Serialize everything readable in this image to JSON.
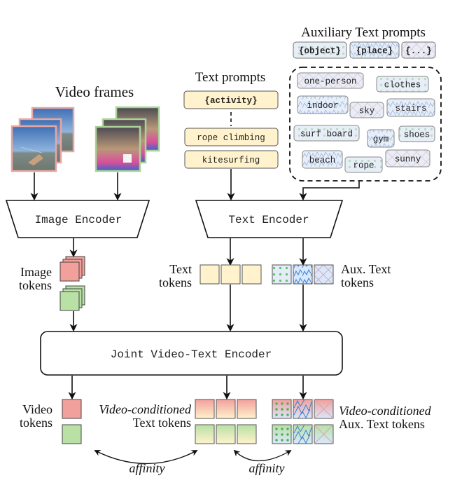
{
  "colors": {
    "video_red": "#f2a09c",
    "video_red_border": "#e8a6a2",
    "video_green": "#b9e0a5",
    "video_green_border": "#a9d39a",
    "text_token": "#fff2cc",
    "aux_token_bg": "#dae8fc",
    "dots": "#5fbf6a",
    "zigzag": "#3d7fcf",
    "cross": "#d9a3b0",
    "stroke": "#222222"
  },
  "headings": {
    "video_frames": "Video frames",
    "text_prompts": "Text prompts",
    "aux_prompts": "Auxiliary Text prompts"
  },
  "aux_templates": [
    "{object}",
    "{place}",
    "{...}"
  ],
  "text_prompts": {
    "template": "{activity}",
    "examples": [
      "rope climbing",
      "kitesurfing"
    ]
  },
  "aux_words": [
    {
      "label": "one-person",
      "pattern": "cross"
    },
    {
      "label": "clothes",
      "pattern": "dots"
    },
    {
      "label": "indoor",
      "pattern": "zigzag"
    },
    {
      "label": "sky",
      "pattern": "cross"
    },
    {
      "label": "stairs",
      "pattern": "zigzag"
    },
    {
      "label": "surf board",
      "pattern": "dots"
    },
    {
      "label": "gym",
      "pattern": "zigzag"
    },
    {
      "label": "shoes",
      "pattern": "dots"
    },
    {
      "label": "beach",
      "pattern": "zigzag"
    },
    {
      "label": "rope",
      "pattern": "dots"
    },
    {
      "label": "sunny",
      "pattern": "cross"
    }
  ],
  "encoders": {
    "image": "Image Encoder",
    "text": "Text Encoder",
    "joint": "Joint Video-Text Encoder"
  },
  "labels": {
    "image_tokens": [
      "Image",
      "tokens"
    ],
    "text_tokens": [
      "Text",
      "tokens"
    ],
    "aux_tokens": [
      "Aux. Text",
      "tokens"
    ],
    "video_tokens": [
      "Video",
      "tokens"
    ],
    "vc_text_tokens": [
      "Video-conditioned",
      "Text tokens"
    ],
    "vc_aux_tokens": [
      "Video-conditioned",
      "Aux. Text tokens"
    ],
    "affinity": "affinity"
  },
  "frames": {
    "kitesurfing": "kitesurfing video frames",
    "rope_climbing": "rope climbing video frames"
  }
}
